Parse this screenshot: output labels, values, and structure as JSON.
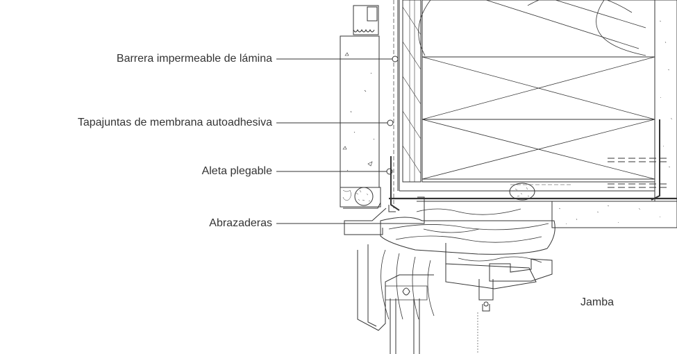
{
  "callouts": {
    "barrera": "Barrera impermeable de lámina",
    "tapajuntas": "Tapajuntas de membrana autoadhesiva",
    "aleta": "Aleta plegable",
    "abrazaderas": "Abrazaderas"
  },
  "jamb_label": "Jamba",
  "colors": {
    "line": "#333333",
    "background": "#ffffff"
  }
}
